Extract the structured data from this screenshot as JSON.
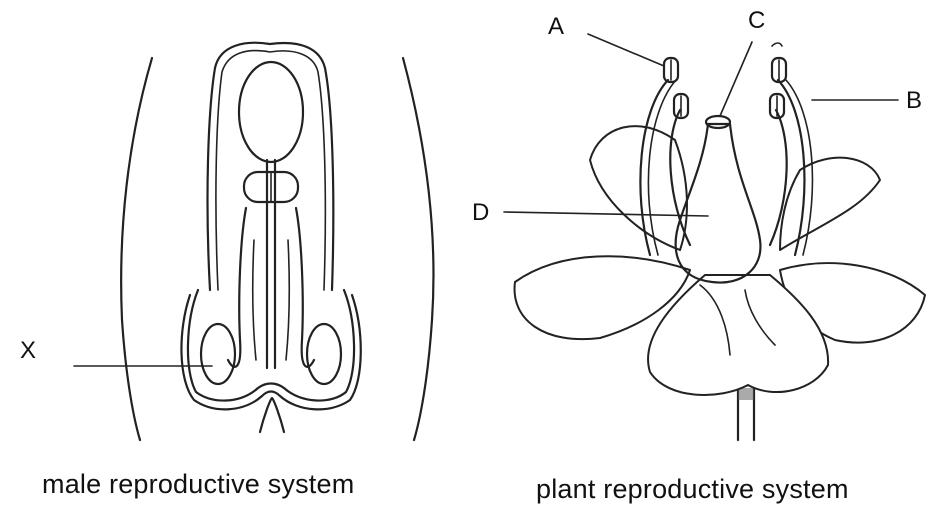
{
  "figure": {
    "male": {
      "caption": "male reproductive system",
      "labels": {
        "x": "X"
      }
    },
    "plant": {
      "caption": "plant reproductive system",
      "labels": {
        "a": "A",
        "b": "B",
        "c": "C",
        "d": "D"
      }
    }
  }
}
